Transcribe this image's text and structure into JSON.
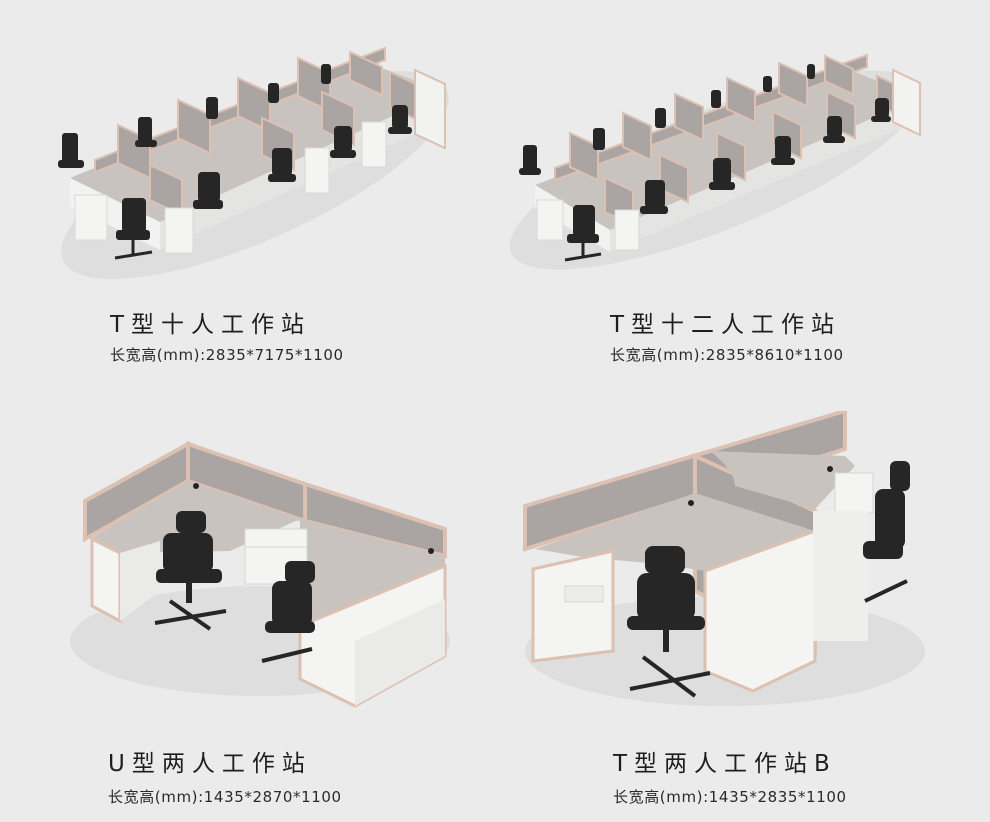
{
  "products": [
    {
      "title": "T型十人工作站",
      "dimensions": "长宽高(mm):2835*7175*1100"
    },
    {
      "title": "T型十二人工作站",
      "dimensions": "长宽高(mm):2835*8610*1100"
    },
    {
      "title": "U型两人工作站",
      "dimensions": "长宽高(mm):1435*2870*1100"
    },
    {
      "title": "T型两人工作站B",
      "dimensions": "长宽高(mm):1435*2835*1100"
    }
  ],
  "colors": {
    "background": "#ebebeb",
    "panel_fabric": "#aaa4a2",
    "panel_frame": "#dcc0b1",
    "desktop": "#c8c2be",
    "cabinet": "#f3f3f1",
    "chair": "#2a2a2a"
  }
}
